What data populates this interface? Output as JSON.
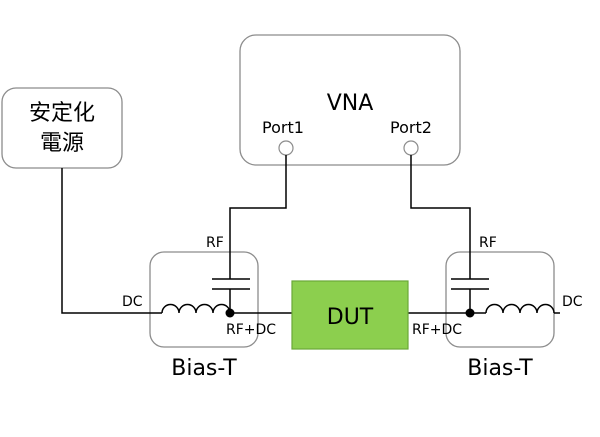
{
  "diagram": {
    "power_supply": {
      "line1": "安定化",
      "line2": "電源"
    },
    "vna": {
      "title": "VNA",
      "port1": "Port1",
      "port2": "Port2"
    },
    "dut": {
      "label": "DUT",
      "fill": "#8ccf4e",
      "stroke": "#6aa838"
    },
    "bias_t_left": {
      "label": "Bias-T",
      "rf": "RF",
      "dc": "DC",
      "rf_dc": "RF+DC"
    },
    "bias_t_right": {
      "label": "Bias-T",
      "rf": "RF",
      "dc": "DC",
      "rf_dc": "RF+DC"
    }
  }
}
